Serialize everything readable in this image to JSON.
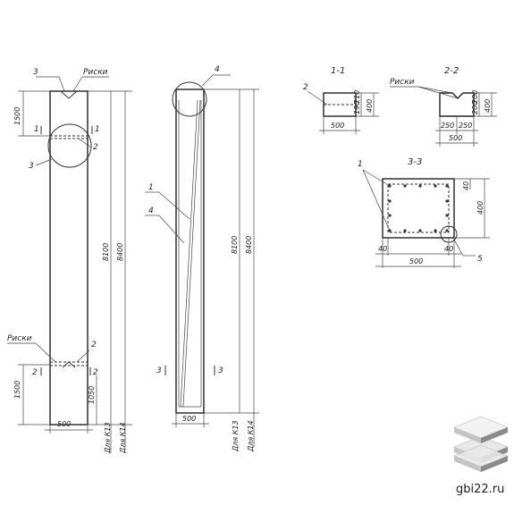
{
  "left_view": {
    "label_3_top": "3",
    "label_riski_top": "Риски",
    "dim_1500_top": "1500",
    "cut_1": "1",
    "cut_1b": "1",
    "label_2": "2",
    "label_3_mid": "3",
    "dim_8100": "8100",
    "dim_8400": "8400",
    "label_riski_bot": "Риски",
    "label_2_bot": "2",
    "cut_2": "2",
    "cut_2b": "2",
    "dim_1500_bot": "1500",
    "dim_1050": "1050",
    "dim_500": "500",
    "note_n13": "Для К13",
    "note_n14": "Для К14"
  },
  "right_view": {
    "label_4_top": "4",
    "label_1": "1",
    "label_4": "4",
    "cut_3": "3",
    "cut_3b": "3",
    "dim_8100": "8100",
    "dim_8400": "8400",
    "dim_500": "500",
    "note_n13": "Для К13",
    "note_n14": "Для К14"
  },
  "section_1_1": {
    "title": "1-1",
    "label_2": "2",
    "dim_190": "190",
    "dim_210": "210",
    "dim_400": "400",
    "dim_500": "500"
  },
  "section_2_2": {
    "title": "2-2",
    "label_riski": "Риски",
    "dim_200a": "200",
    "dim_200b": "200",
    "dim_400": "400",
    "dim_250a": "250",
    "dim_250b": "250",
    "dim_500": "500"
  },
  "section_3_3": {
    "title": "3-3",
    "label_1": "1",
    "dim_40_top": "40",
    "dim_400": "400",
    "dim_40_left": "40",
    "dim_40_right": "40",
    "dim_500": "500",
    "label_5": "5"
  },
  "watermark": {
    "site": "gbi22.ru",
    "logo_icon": "stacked-slabs-icon",
    "colors": {
      "light": "#e8e8e8",
      "mid": "#c4c4c4",
      "dark": "#8a8a8a"
    }
  }
}
